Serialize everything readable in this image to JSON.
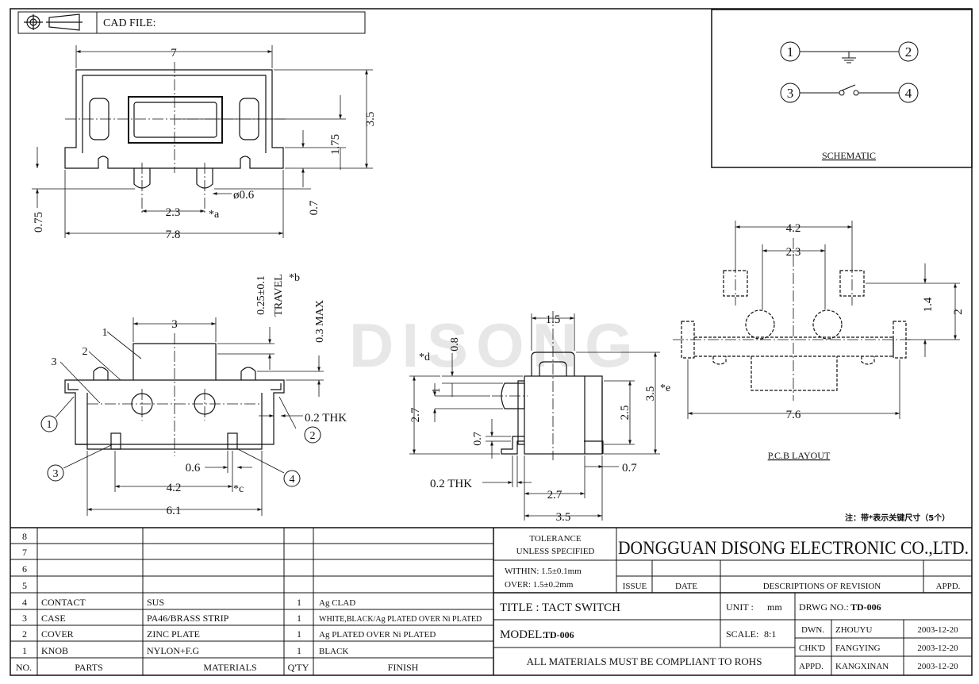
{
  "header": {
    "cad_label": "CAD FILE:"
  },
  "schematic": {
    "pins": [
      "1",
      "2",
      "3",
      "4"
    ],
    "label": "SCHEMATIC"
  },
  "top_view": {
    "dims": {
      "width": "7",
      "height": "3.5",
      "half_height": "1.75",
      "pin_len": "0.7",
      "side": "0.75",
      "pitch": "2.3",
      "pitch_tag": "*a",
      "pin_dia": "ø0.6",
      "overall": "7.8"
    }
  },
  "front_view": {
    "dims": {
      "knob": "3",
      "travel": "0.25±0.1",
      "travel_label": "TRAVEL",
      "travel_tag": "*b",
      "max": "0.3 MAX",
      "thk": "0.2 THK",
      "pad": "0.6",
      "span": "4.2",
      "span_tag": "*c",
      "overall": "6.1"
    },
    "callouts": [
      "1",
      "2",
      "3"
    ],
    "pins": [
      "1",
      "2",
      "3",
      "4"
    ]
  },
  "side_view": {
    "dims": {
      "top": "1.5",
      "d_tag": "*d",
      "d_val": "0.8",
      "h1": "1",
      "h27": "2.7",
      "h25": "2.5",
      "h35": "3.5",
      "e_tag": "*e",
      "h07a": "0.7",
      "h07b": "0.7",
      "thk": "0.2 THK",
      "w27": "2.7",
      "w35": "3.5"
    }
  },
  "pcb_layout": {
    "dims": {
      "outer": "4.2",
      "inner": "2.3",
      "h14": "1.4",
      "h2": "2",
      "overall": "7.6"
    },
    "label": "P.C.B LAYOUT"
  },
  "watermark": "DISONG",
  "note": "注：带*表示关键尺寸（5个）",
  "bom": {
    "empty_rows": [
      "8",
      "7",
      "6",
      "5"
    ],
    "rows": [
      {
        "no": "4",
        "part": "CONTACT",
        "material": "SUS",
        "qty": "1",
        "finish": "Ag CLAD"
      },
      {
        "no": "3",
        "part": "CASE",
        "material": "PA46/BRASS STRIP",
        "qty": "1",
        "finish": "WHITE,BLACK/Ag PLATED OVER Ni PLATED"
      },
      {
        "no": "2",
        "part": "COVER",
        "material": "ZINC PLATE",
        "qty": "1",
        "finish": "Ag PLATED OVER Ni PLATED"
      },
      {
        "no": "1",
        "part": "KNOB",
        "material": "NYLON+F.G",
        "qty": "1",
        "finish": "BLACK"
      }
    ],
    "headers": {
      "no": "NO.",
      "parts": "PARTS",
      "materials": "MATERIALS",
      "qty": "Q'TY",
      "finish": "FINISH"
    }
  },
  "title_block": {
    "tolerance_1": "TOLERANCE",
    "tolerance_2": "UNLESS  SPECIFIED",
    "within": "WITHIN: 1.5±0.1mm",
    "over": "OVER: 1.5±0.2mm",
    "company": "DONGGUAN DISONG ELECTRONIC CO.,LTD.",
    "issue": "ISSUE",
    "date": "DATE",
    "descriptions": "DESCRIPTIONS OF REVISION",
    "appd": "APPD.",
    "title": "TITLE : TACT SWITCH",
    "unit_label": "UNIT :",
    "unit": "mm",
    "drwg_label": "DRWG NO.:",
    "drwg_no": "TD-006",
    "model_label": "MODEL:",
    "model": "TD-006",
    "scale_label": "SCALE:",
    "scale": "8:1",
    "dwn_label": "DWN.",
    "dwn_name": "ZHOUYU",
    "dwn_date": "2003-12-20",
    "chk_label": "CHK'D",
    "chk_name": "FANGYING",
    "chk_date": "2003-12-20",
    "appd_label": "APPD.",
    "appd_name": "KANGXINAN",
    "appd_date": "2003-12-20",
    "compliance": "ALL MATERIALS MUST BE COMPLIANT TO ROHS"
  }
}
